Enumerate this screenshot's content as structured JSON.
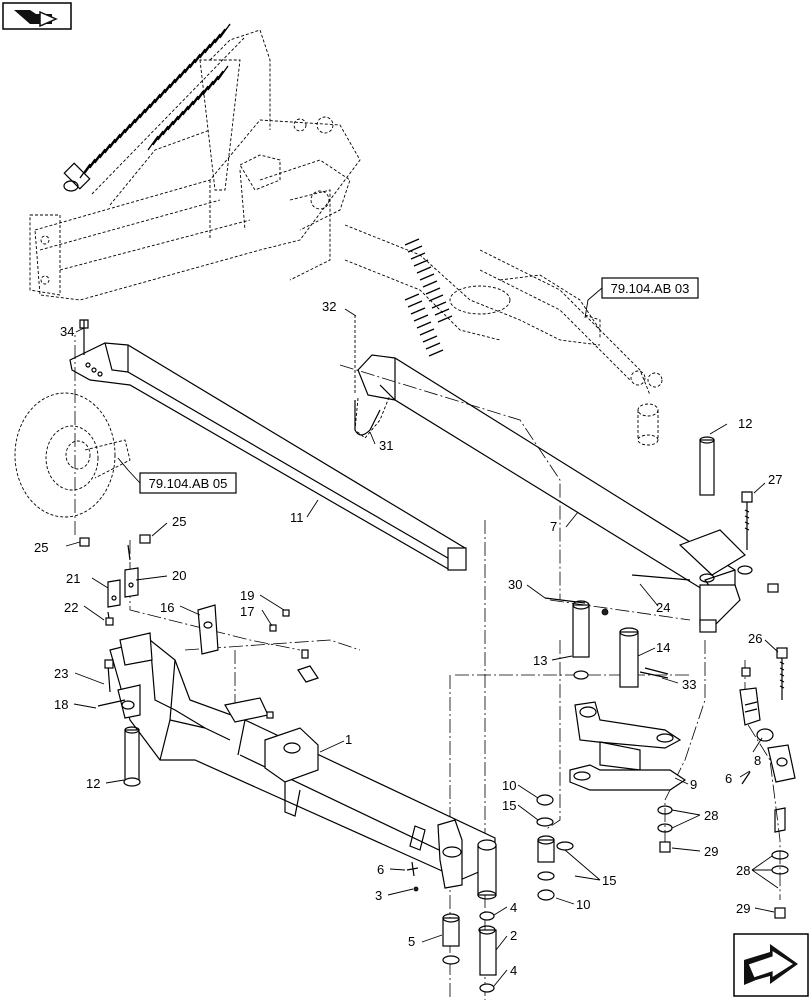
{
  "nav": {
    "top_left_icon": "book-arrow-icon",
    "bottom_right_icon": "next-page-arrow-icon"
  },
  "references": [
    {
      "id": "ref-79-104-ab-03",
      "label": "79.104.AB 03"
    },
    {
      "id": "ref-79-104-ab-05",
      "label": "79.104.AB 05"
    }
  ],
  "callouts": [
    "34",
    "32",
    "12",
    "31",
    "27",
    "11",
    "7",
    "25",
    "25",
    "21",
    "20",
    "22",
    "19",
    "17",
    "16",
    "30",
    "24",
    "13",
    "14",
    "26",
    "33",
    "23",
    "18",
    "1",
    "12",
    "8",
    "6",
    "9",
    "10",
    "15",
    "28",
    "29",
    "6",
    "3",
    "15",
    "10",
    "28",
    "4",
    "5",
    "2",
    "4",
    "29"
  ]
}
